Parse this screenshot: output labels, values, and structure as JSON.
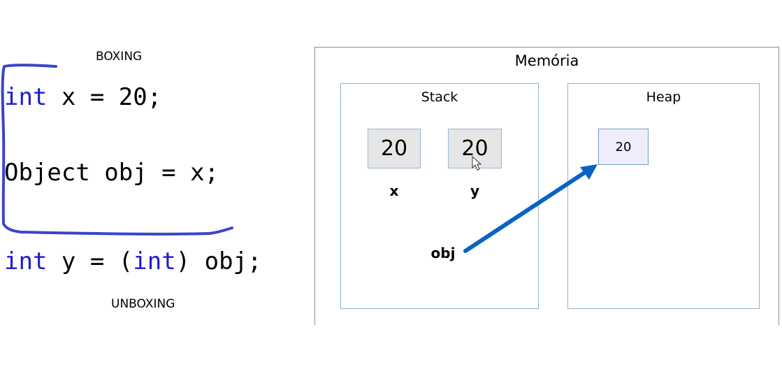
{
  "labels": {
    "boxing": "BOXING",
    "unboxing": "UNBOXING"
  },
  "code": {
    "line1": {
      "kw": "int",
      "rest": " x = 20;"
    },
    "line2": {
      "text": "Object obj = x;"
    },
    "line3": {
      "kw1": "int",
      "mid": " y = (",
      "kw2": "int",
      "rest": ") obj;"
    }
  },
  "memory": {
    "title": "Memória",
    "stack": {
      "title": "Stack",
      "cells": [
        {
          "value": "20",
          "var": "x"
        },
        {
          "value": "20",
          "var": "y"
        }
      ],
      "ref_var": "obj"
    },
    "heap": {
      "title": "Heap",
      "cells": [
        {
          "value": "20"
        }
      ]
    }
  },
  "colors": {
    "keyword": "#1a1ad6",
    "bracket": "#3b44c8",
    "arrow": "#0a62c4"
  }
}
